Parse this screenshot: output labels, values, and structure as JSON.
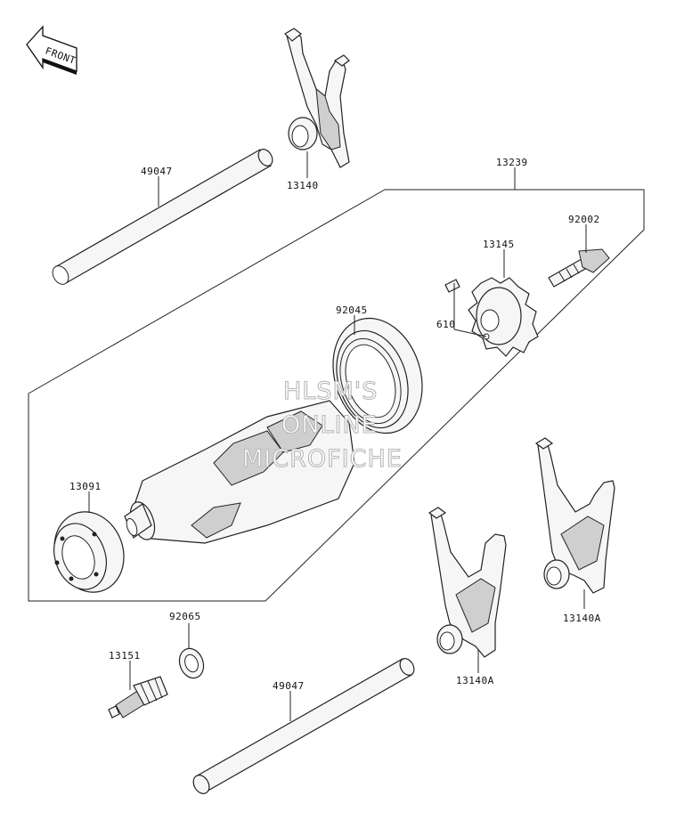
{
  "front_badge": {
    "text": "FRONT"
  },
  "watermark": {
    "line1": "HLSM'S",
    "line2": "ONLINE",
    "line3": "MICROFICHE"
  },
  "callouts": [
    {
      "id": "shaft-top",
      "number": "49047"
    },
    {
      "id": "fork-top",
      "number": "13140"
    },
    {
      "id": "drum-assembly",
      "number": "13239"
    },
    {
      "id": "bolt",
      "number": "92002"
    },
    {
      "id": "drum-pin-plate",
      "number": "13145"
    },
    {
      "id": "bearing-ball",
      "number": "92045"
    },
    {
      "id": "pin",
      "number": "610"
    },
    {
      "id": "bearing-needle",
      "number": "13091"
    },
    {
      "id": "washer",
      "number": "92065"
    },
    {
      "id": "neutral-switch",
      "number": "13151"
    },
    {
      "id": "shaft-bottom",
      "number": "49047"
    },
    {
      "id": "fork-center",
      "number": "13140A"
    },
    {
      "id": "fork-right",
      "number": "13140A"
    }
  ]
}
